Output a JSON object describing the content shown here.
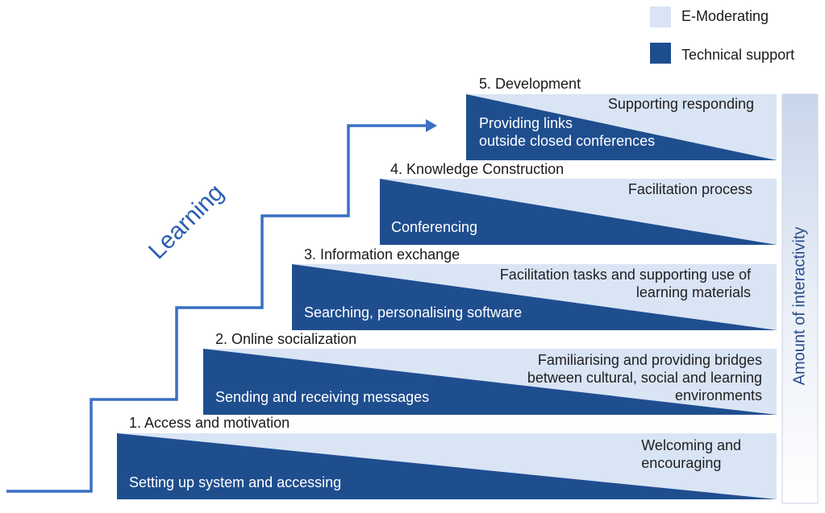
{
  "legend": {
    "items": [
      {
        "label": "E-Moderating",
        "color": "#d9e4f5"
      },
      {
        "label": "Technical support",
        "color": "#1f4e8f"
      }
    ]
  },
  "side_label": "Learning",
  "axis_label": "Amount of interactivity",
  "colors": {
    "light": "#d9e4f5",
    "dark": "#1f4e8f",
    "arrow": "#3a6fc4"
  },
  "stages": [
    {
      "title": "1.   Access and motivation",
      "e_moderating": [
        "Welcoming and",
        "encouraging"
      ],
      "technical_support": [
        "Setting up system and accessing"
      ]
    },
    {
      "title": "2. Online socialization",
      "e_moderating": [
        "Familiarising and providing bridges",
        "between cultural, social and learning",
        "environments"
      ],
      "technical_support": [
        "Sending and receiving messages"
      ]
    },
    {
      "title": "3. Information exchange",
      "e_moderating": [
        "Facilitation tasks and supporting use of",
        "learning materials"
      ],
      "technical_support": [
        "Searching, personalising software"
      ]
    },
    {
      "title": "4. Knowledge Construction",
      "e_moderating": [
        "Facilitation process"
      ],
      "technical_support": [
        "Conferencing"
      ]
    },
    {
      "title": "5. Development",
      "e_moderating": [
        "Supporting responding"
      ],
      "technical_support": [
        "Providing links",
        "outside closed conferences"
      ]
    }
  ]
}
